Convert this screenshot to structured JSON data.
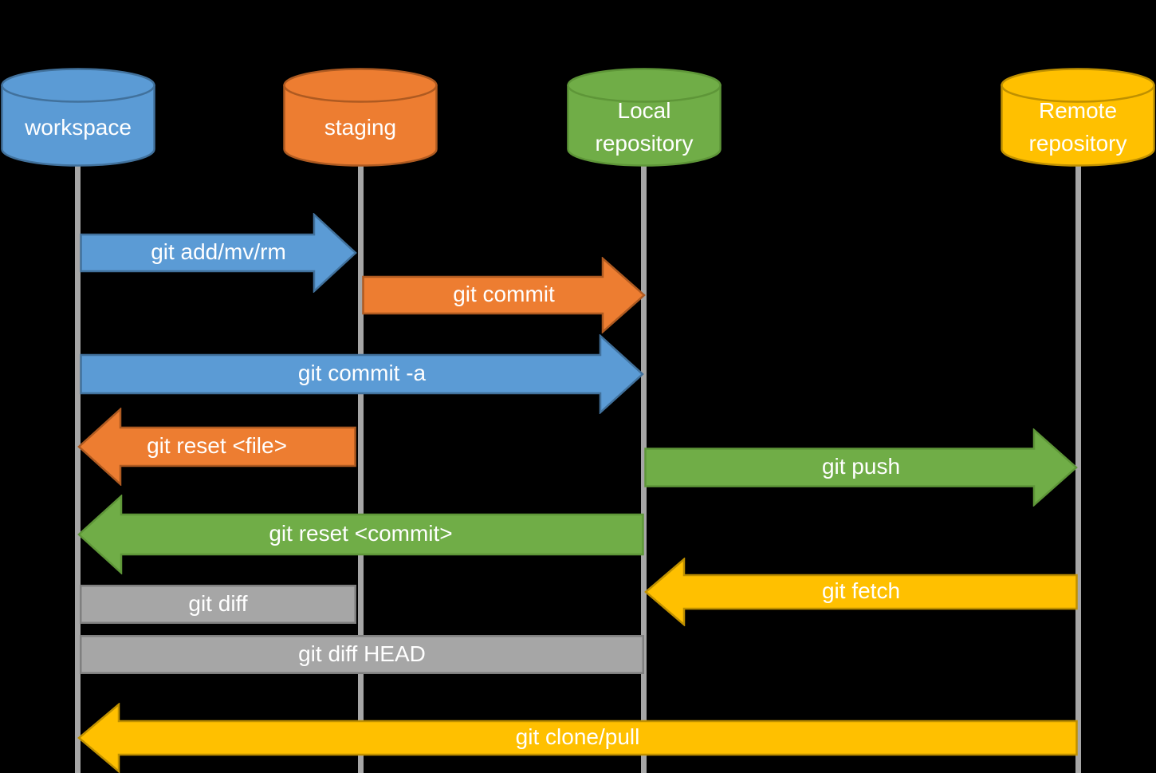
{
  "canvas": {
    "background": "#000000",
    "text_color": "#FFFFFF",
    "lifeline_color": "#A6A6A6"
  },
  "nodes": [
    {
      "id": "workspace",
      "label": "workspace",
      "fill": "#5B9BD5",
      "stroke": "#41719C"
    },
    {
      "id": "staging",
      "label": "staging",
      "fill": "#ED7D31",
      "stroke": "#AE5A21"
    },
    {
      "id": "local-repository",
      "label": "Local\nrepository",
      "fill": "#70AD47",
      "stroke": "#5E9638"
    },
    {
      "id": "remote-repository",
      "label": "Remote\nrepository",
      "fill": "#FFC000",
      "stroke": "#BF9000"
    }
  ],
  "flows": [
    {
      "id": "git-add-mv-rm",
      "label": "git add/mv/rm",
      "from": "workspace",
      "to": "staging",
      "shape": "arrow-right",
      "fill": "#5B9BD5",
      "stroke": "#41719C"
    },
    {
      "id": "git-commit",
      "label": "git commit",
      "from": "staging",
      "to": "local-repository",
      "shape": "arrow-right",
      "fill": "#ED7D31",
      "stroke": "#AE5A21"
    },
    {
      "id": "git-commit-a",
      "label": "git commit -a",
      "from": "workspace",
      "to": "local-repository",
      "shape": "arrow-right",
      "fill": "#5B9BD5",
      "stroke": "#41719C"
    },
    {
      "id": "git-reset-file",
      "label": "git reset <file>",
      "from": "staging",
      "to": "workspace",
      "shape": "arrow-left",
      "fill": "#ED7D31",
      "stroke": "#AE5A21"
    },
    {
      "id": "git-push",
      "label": "git push",
      "from": "local-repository",
      "to": "remote-repository",
      "shape": "arrow-right",
      "fill": "#70AD47",
      "stroke": "#5E9638"
    },
    {
      "id": "git-reset-commit",
      "label": "git reset <commit>",
      "from": "local-repository",
      "to": "workspace",
      "shape": "arrow-left",
      "fill": "#70AD47",
      "stroke": "#5E9638"
    },
    {
      "id": "git-fetch",
      "label": "git fetch",
      "from": "remote-repository",
      "to": "local-repository",
      "shape": "arrow-left",
      "fill": "#FFC000",
      "stroke": "#BF9000"
    },
    {
      "id": "git-diff",
      "label": "git diff",
      "from": "workspace",
      "to": "staging",
      "shape": "bar",
      "fill": "#A6A6A6",
      "stroke": "#7F7F7F"
    },
    {
      "id": "git-diff-head",
      "label": "git diff HEAD",
      "from": "workspace",
      "to": "local-repository",
      "shape": "bar",
      "fill": "#A6A6A6",
      "stroke": "#7F7F7F"
    },
    {
      "id": "git-clone-pull",
      "label": "git clone/pull",
      "from": "remote-repository",
      "to": "workspace",
      "shape": "arrow-left",
      "fill": "#FFC000",
      "stroke": "#BF9000"
    }
  ]
}
